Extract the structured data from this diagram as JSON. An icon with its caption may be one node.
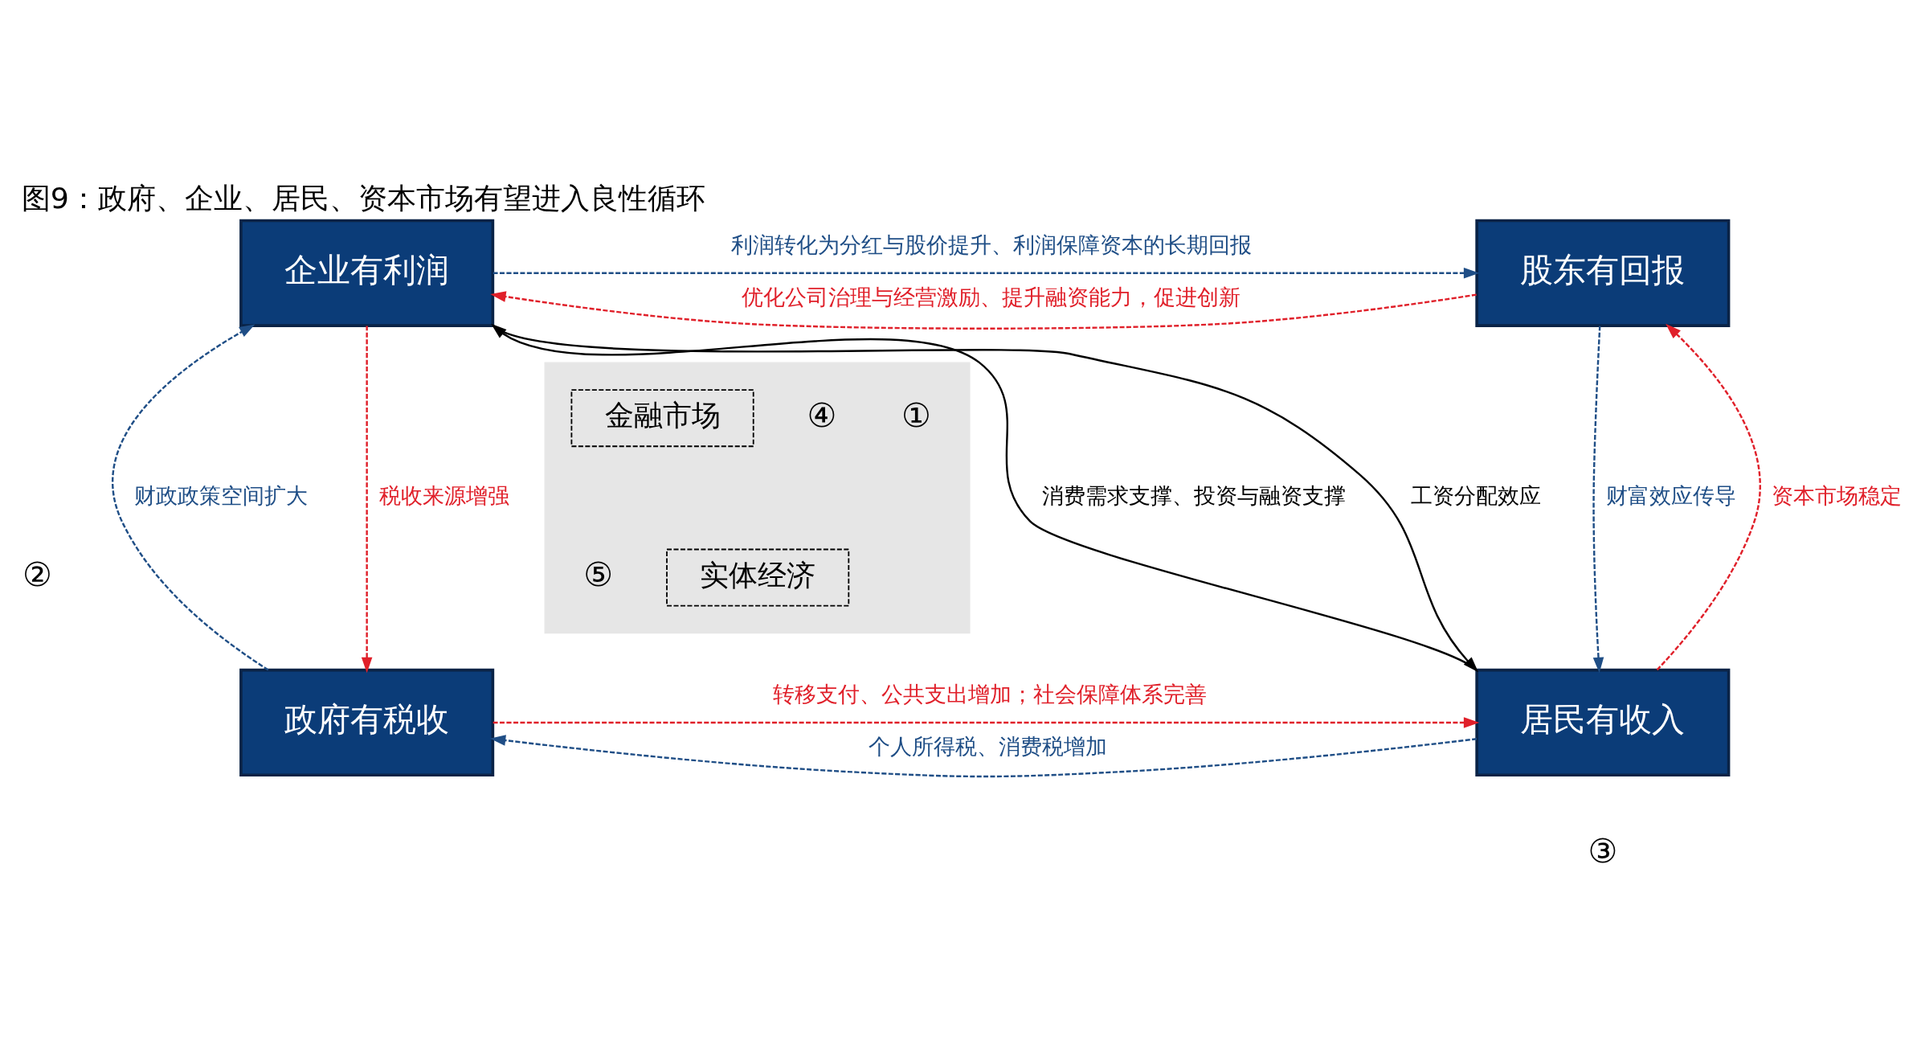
{
  "diagram": {
    "title": "图9：政府、企业、居民、资本市场有望进入良性循环",
    "nodes": [
      {
        "text": [
          "企业有利润"
        ]
      },
      {
        "text": [
          "股东有回报"
        ]
      },
      {
        "text": [],
        "shape": "box"
      },
      {
        "text": [
          "金融市场"
        ],
        "in": 2
      },
      {
        "text": [
          "实体经济"
        ],
        "in": 2
      },
      {
        "text": [
          "政府有税收"
        ]
      },
      {
        "text": [
          "居民有收入"
        ]
      }
    ],
    "edges": [
      {
        "from": 0,
        "to": 1,
        "arrow": "to",
        "label": "利润转化为分红与股价提升、利润保障资本的长期回报",
        "style": "dashed",
        "color": "#1f4e86"
      },
      {
        "from": 1,
        "to": 0,
        "arrow": "to",
        "label": "优化公司治理与经营激励、提升融资能力，促进创新",
        "style": "dashed",
        "color": "#e0202a"
      },
      {
        "from": 5,
        "to": 0,
        "arrow": "to",
        "label": "财政政策空间扩大",
        "style": "dashed",
        "color": "#1f4e86"
      },
      {
        "from": 0,
        "to": 5,
        "arrow": "to",
        "label": "税收来源增强",
        "style": "dashed",
        "color": "#e0202a"
      },
      {
        "from": 0,
        "to": 6,
        "arrow": "to",
        "label": "工资分配效应",
        "color": "#000000"
      },
      {
        "from": 6,
        "to": 0,
        "arrow": "to",
        "label": "消费需求支撑、投资与融资支撑",
        "color": "#000000"
      },
      {
        "from": 6,
        "to": 1,
        "arrow": "to",
        "label": "资本市场稳定",
        "style": "dashed",
        "color": "#e0202a"
      },
      {
        "from": 1,
        "to": 6,
        "arrow": "to",
        "label": "财富效应传导",
        "style": "dashed",
        "color": "#1f4e86"
      },
      {
        "from": 5,
        "to": 6,
        "arrow": "to",
        "label": "转移支付、公共支出增加；社会保障体系完善",
        "style": "dashed",
        "color": "#e0202a"
      },
      {
        "from": 6,
        "to": 5,
        "arrow": "to",
        "label": "个人所得税、消费税增加",
        "style": "dashed",
        "color": "#1f4e86"
      }
    ],
    "labels": [
      "④",
      "①",
      "⑤",
      "②",
      "③"
    ]
  }
}
